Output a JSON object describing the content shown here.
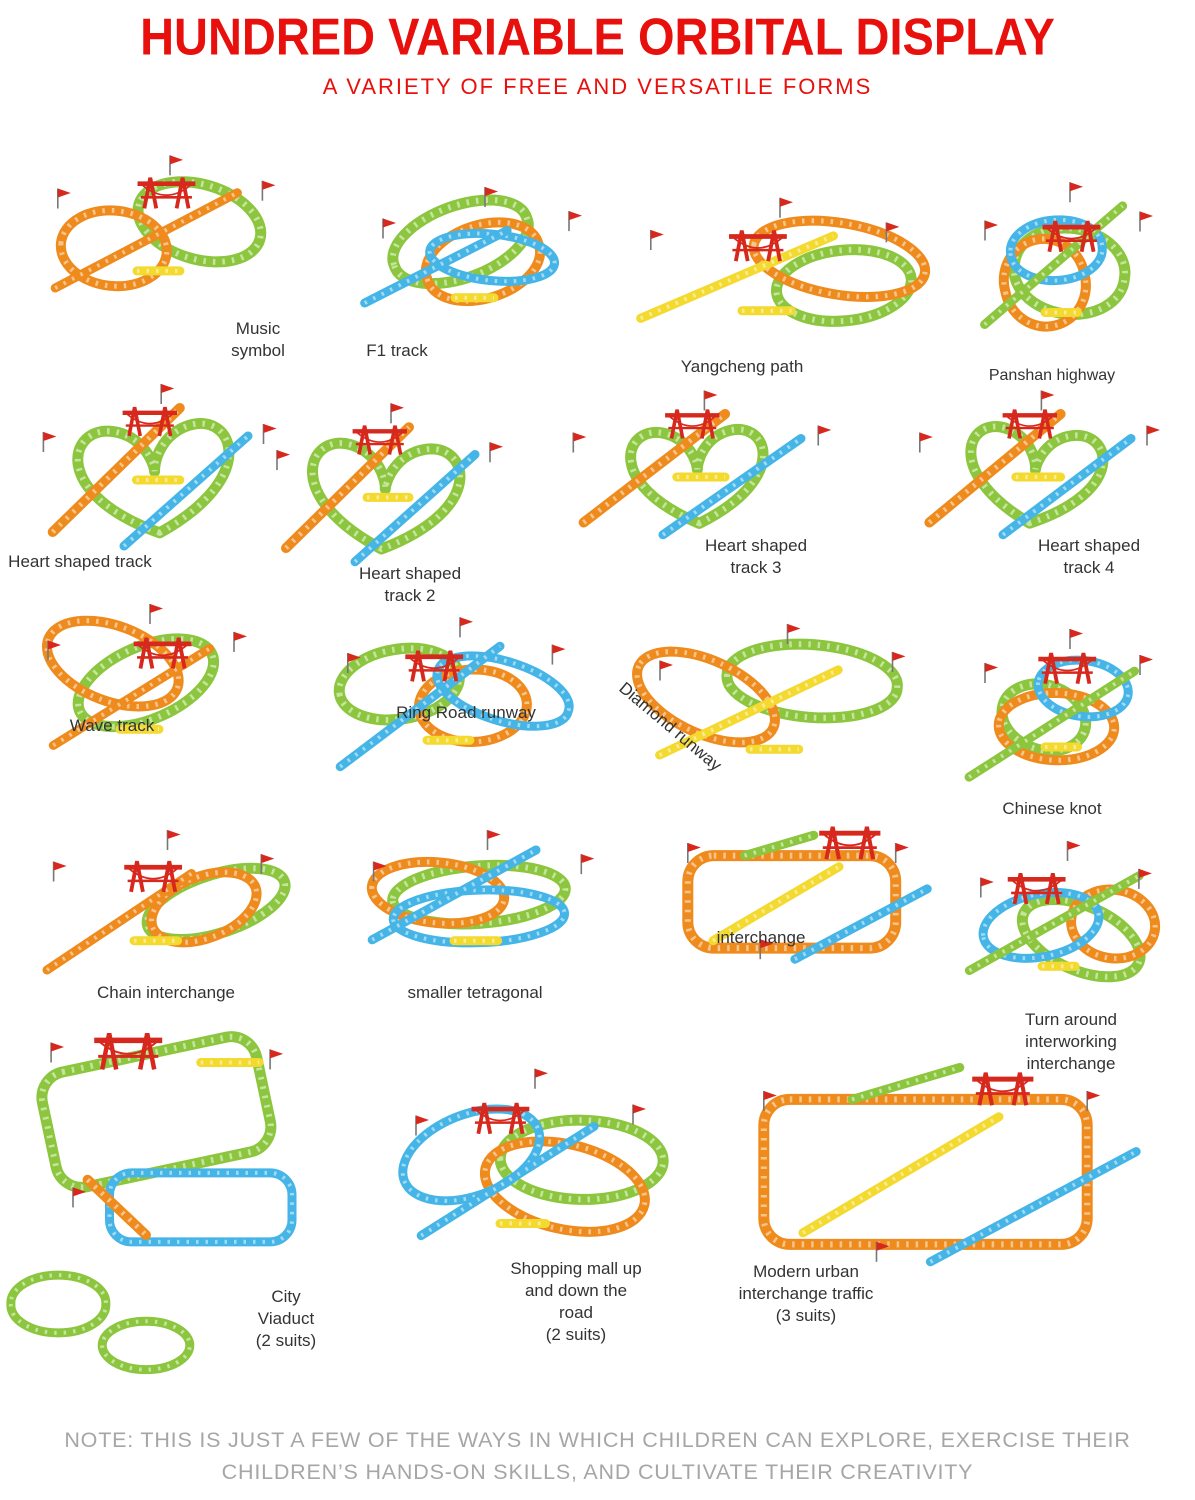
{
  "page": {
    "title": "HUNDRED VARIABLE ORBITAL DISPLAY",
    "subtitle": "A VARIETY OF FREE AND VERSATILE FORMS",
    "note": {
      "line1": "NOTE: THIS IS JUST A FEW OF THE WAYS IN WHICH CHILDREN CAN EXPLORE, EXERCISE THEIR",
      "line2": "CHILDREN’S HANDS-ON SKILLS, AND CULTIVATE THEIR CREATIVITY"
    }
  },
  "palette": {
    "title_red": "#e8100c",
    "flag_red": "#d7281d",
    "track_green": "#8cc63e",
    "track_orange": "#ef8b1d",
    "track_blue": "#45b5e7",
    "track_yellow": "#f4d92e",
    "label_color": "#333333",
    "note_gray": "#a6a6a6",
    "background": "#ffffff"
  },
  "tracks": [
    {
      "label": "Music symbol",
      "shape": "loops"
    },
    {
      "label": "F1 track",
      "shape": "loops"
    },
    {
      "label": "Yangcheng path",
      "shape": "loops"
    },
    {
      "label": "Panshan highway",
      "shape": "loops"
    },
    {
      "label": "Heart shaped track",
      "shape": "heart"
    },
    {
      "label": "Heart shaped track 2",
      "shape": "heart"
    },
    {
      "label": "Heart shaped track 3",
      "shape": "heart"
    },
    {
      "label": "Heart shaped track 4",
      "shape": "heart"
    },
    {
      "label": "Wave track",
      "shape": "loops"
    },
    {
      "label": "Ring Road runway",
      "shape": "loops"
    },
    {
      "label": "Diamond runway",
      "shape": "loops"
    },
    {
      "label": "Chinese knot",
      "shape": "loops"
    },
    {
      "label": "Chain interchange",
      "shape": "loops"
    },
    {
      "label": "smaller  tetragonal",
      "shape": "loops"
    },
    {
      "label": "interchange",
      "shape": "grid"
    },
    {
      "label": "Turn around interworking\ninterchange",
      "shape": "loops"
    },
    {
      "label": "City Viaduct\n(2 suits)",
      "shape": "rings"
    },
    {
      "label": "Shopping mall up\nand down the road\n(2 suits)",
      "shape": "loops"
    },
    {
      "label": "Modern urban\ninterchange traffic\n(3 suits)",
      "shape": "grid"
    }
  ]
}
